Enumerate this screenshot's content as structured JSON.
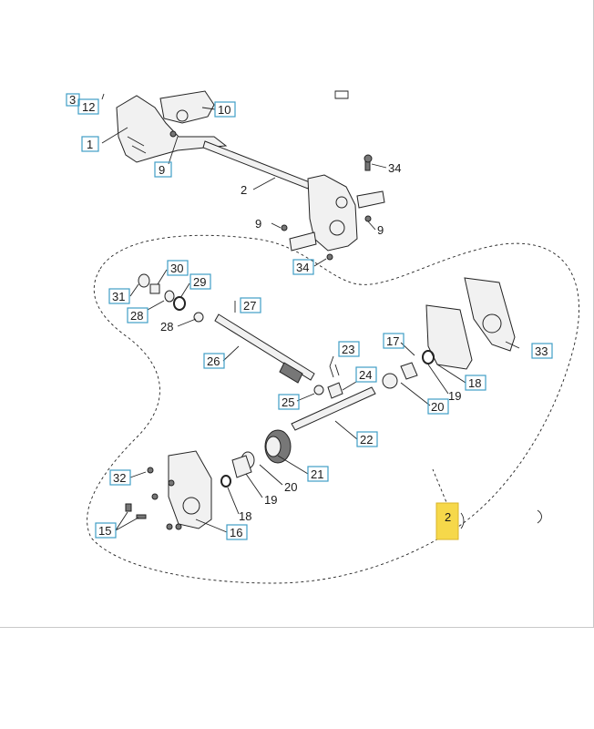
{
  "callouts": [
    {
      "id": "c3",
      "text": "3"
    },
    {
      "id": "c12",
      "text": "12"
    },
    {
      "id": "c10",
      "text": "10"
    },
    {
      "id": "c1",
      "text": "1"
    },
    {
      "id": "c9a",
      "text": "9"
    },
    {
      "id": "c34a",
      "text": "34"
    },
    {
      "id": "c2a",
      "text": "2"
    },
    {
      "id": "c9b",
      "text": "9"
    },
    {
      "id": "c9c",
      "text": "9"
    },
    {
      "id": "c34b",
      "text": "34"
    },
    {
      "id": "c30",
      "text": "30"
    },
    {
      "id": "c29",
      "text": "29"
    },
    {
      "id": "c31",
      "text": "31"
    },
    {
      "id": "c28a",
      "text": "28"
    },
    {
      "id": "c28b",
      "text": "28"
    },
    {
      "id": "c27",
      "text": "27"
    },
    {
      "id": "c26",
      "text": "26"
    },
    {
      "id": "c23",
      "text": "23"
    },
    {
      "id": "c24",
      "text": "24"
    },
    {
      "id": "c25",
      "text": "25"
    },
    {
      "id": "c17",
      "text": "17"
    },
    {
      "id": "c33",
      "text": "33"
    },
    {
      "id": "c18a",
      "text": "18"
    },
    {
      "id": "c19a",
      "text": "19"
    },
    {
      "id": "c20a",
      "text": "20"
    },
    {
      "id": "c22",
      "text": "22"
    },
    {
      "id": "c21",
      "text": "21"
    },
    {
      "id": "c20b",
      "text": "20"
    },
    {
      "id": "c19b",
      "text": "19"
    },
    {
      "id": "c18b",
      "text": "18"
    },
    {
      "id": "c32",
      "text": "32"
    },
    {
      "id": "c15",
      "text": "15"
    },
    {
      "id": "c16",
      "text": "16"
    },
    {
      "id": "c2b",
      "text": "2"
    }
  ],
  "colors": {
    "callout_box": "#3f9ec6",
    "highlight": "#f6d84a",
    "line": "#222222"
  }
}
